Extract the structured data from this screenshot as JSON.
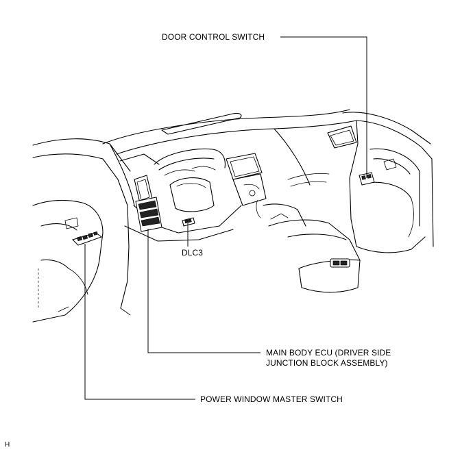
{
  "labels": {
    "door_control_switch": "DOOR CONTROL SWITCH",
    "dlc3": "DLC3",
    "main_body_ecu_line1": "MAIN BODY ECU (DRIVER SIDE",
    "main_body_ecu_line2": "JUNCTION BLOCK ASSEMBLY)",
    "power_window_master_switch": "POWER WINDOW MASTER SWITCH"
  },
  "corner_code": "H"
}
